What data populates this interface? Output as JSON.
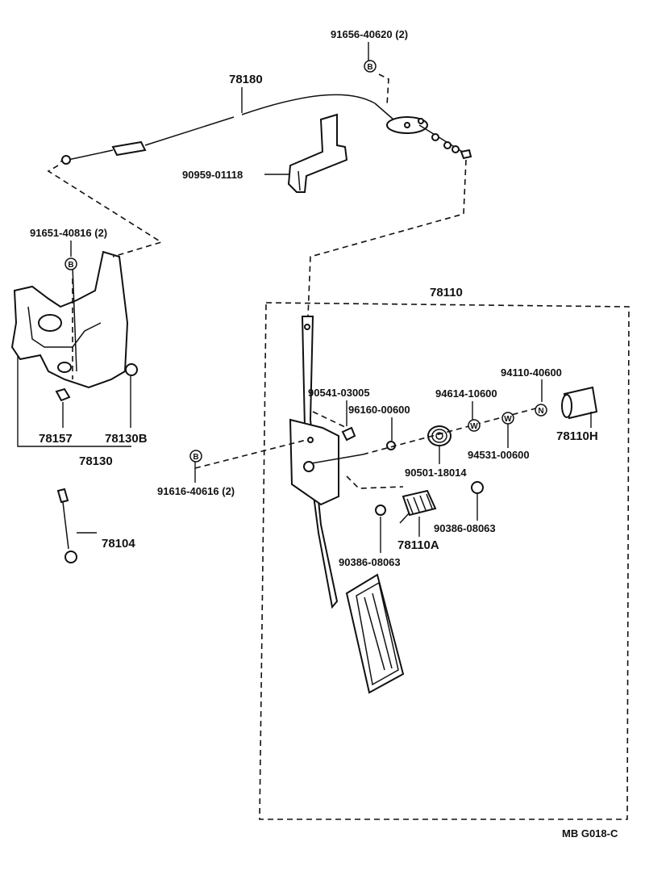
{
  "labels": {
    "p91656": "91656-40620 (2)",
    "p78180": "78180",
    "p90959": "90959-01118",
    "p91651": "91651-40816 (2)",
    "p78110": "78110",
    "p94110": "94110-40600",
    "p90541": "90541-03005",
    "p94614": "94614-10600",
    "p96160": "96160-00600",
    "p78110H": "78110H",
    "p94531": "94531-00600",
    "p90501": "90501-18014",
    "p78157": "78157",
    "p78130B": "78130B",
    "p78130": "78130",
    "p91616": "91616-40616 (2)",
    "p90386a": "90386-08063",
    "p78110A": "78110A",
    "p90386b": "90386-08063",
    "p78104": "78104",
    "code": "MB G018-C"
  },
  "badges": {
    "b": "B",
    "n": "N",
    "w": "W"
  }
}
